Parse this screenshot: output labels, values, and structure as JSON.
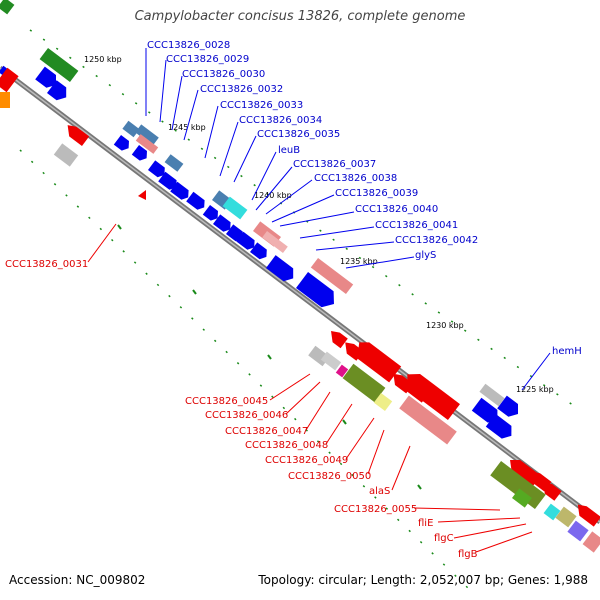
{
  "title": "Campylobacter concisus 13826, complete genome",
  "accession": "Accession: NC_009802",
  "stats": "Topology: circular; Length: 2,052,007 bp; Genes: 1,988",
  "colors": {
    "forward_cds": "#0000ee",
    "reverse_cds": "#ee0000",
    "backbone": "#777777",
    "tick_minor": "#1a8a1a",
    "steelblue_feature": "#4a7fb0",
    "salmon_feature": "#e88888",
    "olive_feature": "#6b8e23"
  },
  "scale_labels": [
    "1250 kbp",
    "1245 kbp",
    "1240 kbp",
    "1235 kbp",
    "1230 kbp",
    "1225 kbp"
  ],
  "forward_labels": [
    "CCC13826_0028",
    "CCC13826_0029",
    "CCC13826_0030",
    "CCC13826_0032",
    "CCC13826_0033",
    "CCC13826_0034",
    "CCC13826_0035",
    "leuB",
    "CCC13826_0037",
    "CCC13826_0038",
    "CCC13826_0039",
    "CCC13826_0040",
    "CCC13826_0041",
    "CCC13826_0042",
    "glyS",
    "hemH"
  ],
  "reverse_labels": [
    "CCC13826_0031",
    "CCC13826_0045",
    "CCC13826_0046",
    "CCC13826_0047",
    "CCC13826_0048",
    "CCC13826_0049",
    "CCC13826_0050",
    "alaS",
    "CCC13826_0055",
    "fliE",
    "flgC",
    "flgB"
  ]
}
